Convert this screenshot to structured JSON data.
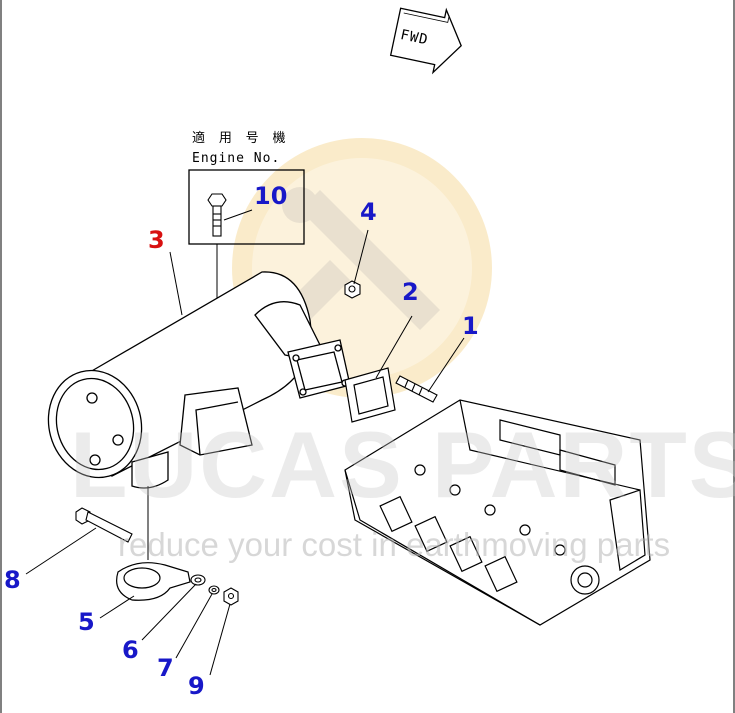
{
  "fwd_label": "FWD",
  "engine_header": {
    "line1": "適 用 号 機",
    "line2": "Engine No."
  },
  "callouts": [
    {
      "id": "1",
      "text": "1",
      "color": "#1818c8"
    },
    {
      "id": "2",
      "text": "2",
      "color": "#1818c8"
    },
    {
      "id": "3",
      "text": "3",
      "color": "#d81010"
    },
    {
      "id": "4",
      "text": "4",
      "color": "#1818c8"
    },
    {
      "id": "5",
      "text": "5",
      "color": "#1818c8"
    },
    {
      "id": "6",
      "text": "6",
      "color": "#1818c8"
    },
    {
      "id": "7",
      "text": "7",
      "color": "#1818c8"
    },
    {
      "id": "8",
      "text": "8",
      "color": "#1818c8"
    },
    {
      "id": "9",
      "text": "9",
      "color": "#1818c8"
    },
    {
      "id": "10",
      "text": "10",
      "color": "#1818c8"
    }
  ],
  "watermark": {
    "brand": "LUCAS PARTS",
    "tagline": "reduce your cost in earthmoving parts",
    "accent": "#f0c060"
  }
}
